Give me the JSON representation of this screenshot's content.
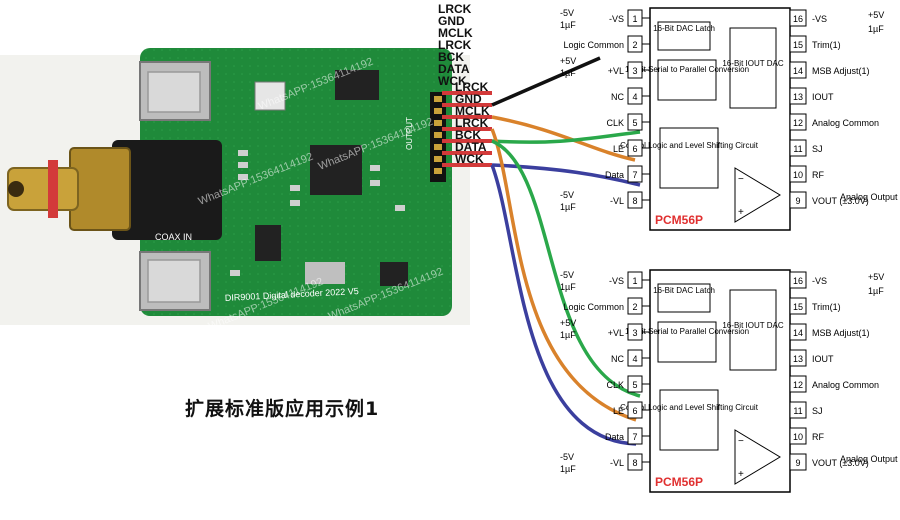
{
  "caption": "扩展标准版应用示例1",
  "board": {
    "silk_main": "DIR9001 Digital decoder 2022 V5",
    "coax_label": "COAX IN",
    "output_label": "OUTPUT",
    "pin_labels_board": [
      "LRCK",
      "GND",
      "MCLK",
      "LRCK",
      "BCK",
      "DATA",
      "WCK"
    ],
    "watermark": "WhatsAPP:15364114192"
  },
  "stacked_labels": [
    "LRCK",
    "GND",
    "MCLK",
    "LRCK",
    "BCK",
    "DATA",
    "WCK"
  ],
  "wire_labels": [
    "LRCK",
    "GND",
    "MCLK",
    "LRCK",
    "BCK",
    "DATA",
    "WCK"
  ],
  "colors": {
    "pcb": "#1f8a3a",
    "wire_black": "#111111",
    "wire_orange": "#d9822b",
    "wire_green": "#2aa84a",
    "wire_blue": "#3b3f9e",
    "wire_red": "#d33a3a",
    "chip_name": "#e03030"
  },
  "chips": [
    {
      "name": "PCM56P",
      "blocks": {
        "latch": "16-Bit DAC Latch",
        "serial": "16-Bit Serial to Parallel Conversion",
        "dac": "16-Bit IOUT DAC",
        "control": "Control Logic and Level Shifting Circuit"
      },
      "left_pins": [
        {
          "num": "1",
          "label": "-VS"
        },
        {
          "num": "2",
          "label": "Logic Common"
        },
        {
          "num": "3",
          "label": "+VL"
        },
        {
          "num": "4",
          "label": "NC"
        },
        {
          "num": "5",
          "label": "CLK"
        },
        {
          "num": "6",
          "label": "LE"
        },
        {
          "num": "7",
          "label": "Data"
        },
        {
          "num": "8",
          "label": "-VL"
        }
      ],
      "right_pins": [
        {
          "num": "16",
          "label": "-VS"
        },
        {
          "num": "15",
          "label": "Trim(1)"
        },
        {
          "num": "14",
          "label": "MSB Adjust(1)"
        },
        {
          "num": "13",
          "label": "IOUT"
        },
        {
          "num": "12",
          "label": "Analog Common"
        },
        {
          "num": "11",
          "label": "SJ"
        },
        {
          "num": "10",
          "label": "RF"
        },
        {
          "num": "9",
          "label": "VOUT (±3.0V)"
        }
      ],
      "supply_left": [
        "-5V",
        "1µF",
        "+5V",
        "1µF",
        "-5V",
        "1µF"
      ],
      "supply_right": [
        "+5V",
        "1µF"
      ],
      "analog_output": "Analog Output"
    },
    {
      "name": "PCM56P",
      "blocks": {
        "latch": "16-Bit DAC Latch",
        "serial": "16-Bit Serial to Parallel Conversion",
        "dac": "16-Bit IOUT DAC",
        "control": "Control Logic and Level Shifting Circuit"
      },
      "left_pins": [
        {
          "num": "1",
          "label": "-VS"
        },
        {
          "num": "2",
          "label": "Logic Common"
        },
        {
          "num": "3",
          "label": "+VL"
        },
        {
          "num": "4",
          "label": "NC"
        },
        {
          "num": "5",
          "label": "CLK"
        },
        {
          "num": "6",
          "label": "LE"
        },
        {
          "num": "7",
          "label": "Data"
        },
        {
          "num": "8",
          "label": "-VL"
        }
      ],
      "right_pins": [
        {
          "num": "16",
          "label": "-VS"
        },
        {
          "num": "15",
          "label": "Trim(1)"
        },
        {
          "num": "14",
          "label": "MSB Adjust(1)"
        },
        {
          "num": "13",
          "label": "IOUT"
        },
        {
          "num": "12",
          "label": "Analog Common"
        },
        {
          "num": "11",
          "label": "SJ"
        },
        {
          "num": "10",
          "label": "RF"
        },
        {
          "num": "9",
          "label": "VOUT (±3.0V)"
        }
      ],
      "supply_left": [
        "-5V",
        "1µF",
        "+5V",
        "1µF",
        "-5V",
        "1µF"
      ],
      "supply_right": [
        "+5V",
        "1µF"
      ],
      "analog_output": "Analog Output"
    }
  ]
}
